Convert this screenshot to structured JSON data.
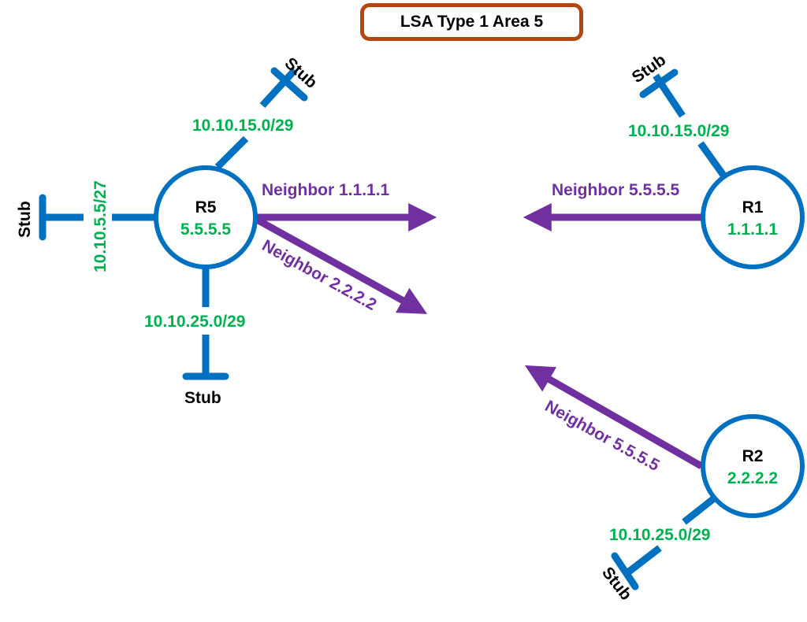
{
  "title": "LSA Type 1 Area 5",
  "colors": {
    "link": "#0070c0",
    "neighbor": "#7030a0",
    "address": "#00b050",
    "title_border": "#b5460f",
    "text": "#000000"
  },
  "routers": [
    {
      "name": "R5",
      "router_id": "5.5.5.5"
    },
    {
      "name": "R1",
      "router_id": "1.1.1.1"
    },
    {
      "name": "R2",
      "router_id": "2.2.2.2"
    }
  ],
  "stub_label": "Stub",
  "r5_links": {
    "top": "10.10.15.0/29",
    "left": "10.10.5.5/27",
    "bottom": "10.10.25.0/29",
    "neighbor_1": "Neighbor 1.1.1.1",
    "neighbor_2": "Neighbor 2.2.2.2"
  },
  "r1_links": {
    "stub": "10.10.15.0/29",
    "neighbor": "Neighbor 5.5.5.5"
  },
  "r2_links": {
    "stub": "10.10.25.0/29",
    "neighbor": "Neighbor 5.5.5.5"
  }
}
